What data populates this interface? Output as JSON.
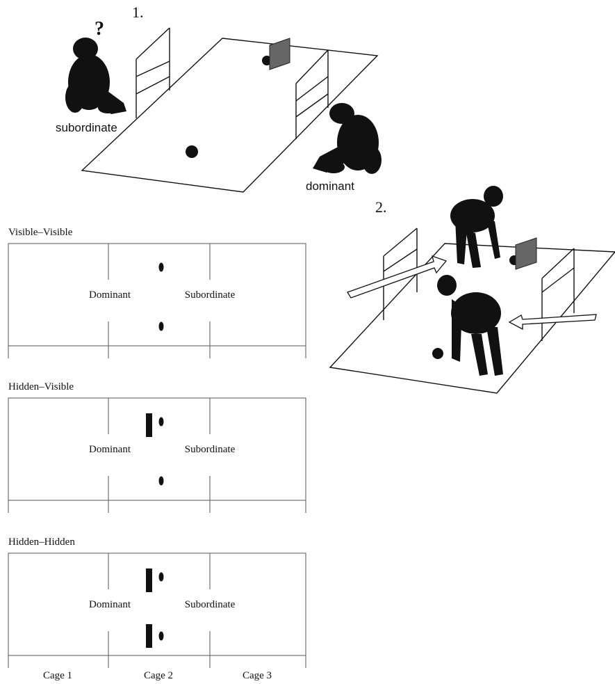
{
  "panel1": {
    "number": "1.",
    "question_mark": "?",
    "subordinate_label": "subordinate",
    "dominant_label": "dominant"
  },
  "panel2": {
    "number": "2."
  },
  "conditions": [
    {
      "title": "Visible–Visible",
      "left_label": "Dominant",
      "right_label": "Subordinate",
      "top_barrier": false,
      "bottom_barrier": false
    },
    {
      "title": "Hidden–Visible",
      "left_label": "Dominant",
      "right_label": "Subordinate",
      "top_barrier": true,
      "bottom_barrier": false
    },
    {
      "title": "Hidden–Hidden",
      "left_label": "Dominant",
      "right_label": "Subordinate",
      "top_barrier": true,
      "bottom_barrier": true
    }
  ],
  "cage_labels": [
    "Cage 1",
    "Cage 2",
    "Cage 3"
  ],
  "colors": {
    "ink": "#111111",
    "line": "#555555",
    "barrier_fill": "#666666"
  }
}
